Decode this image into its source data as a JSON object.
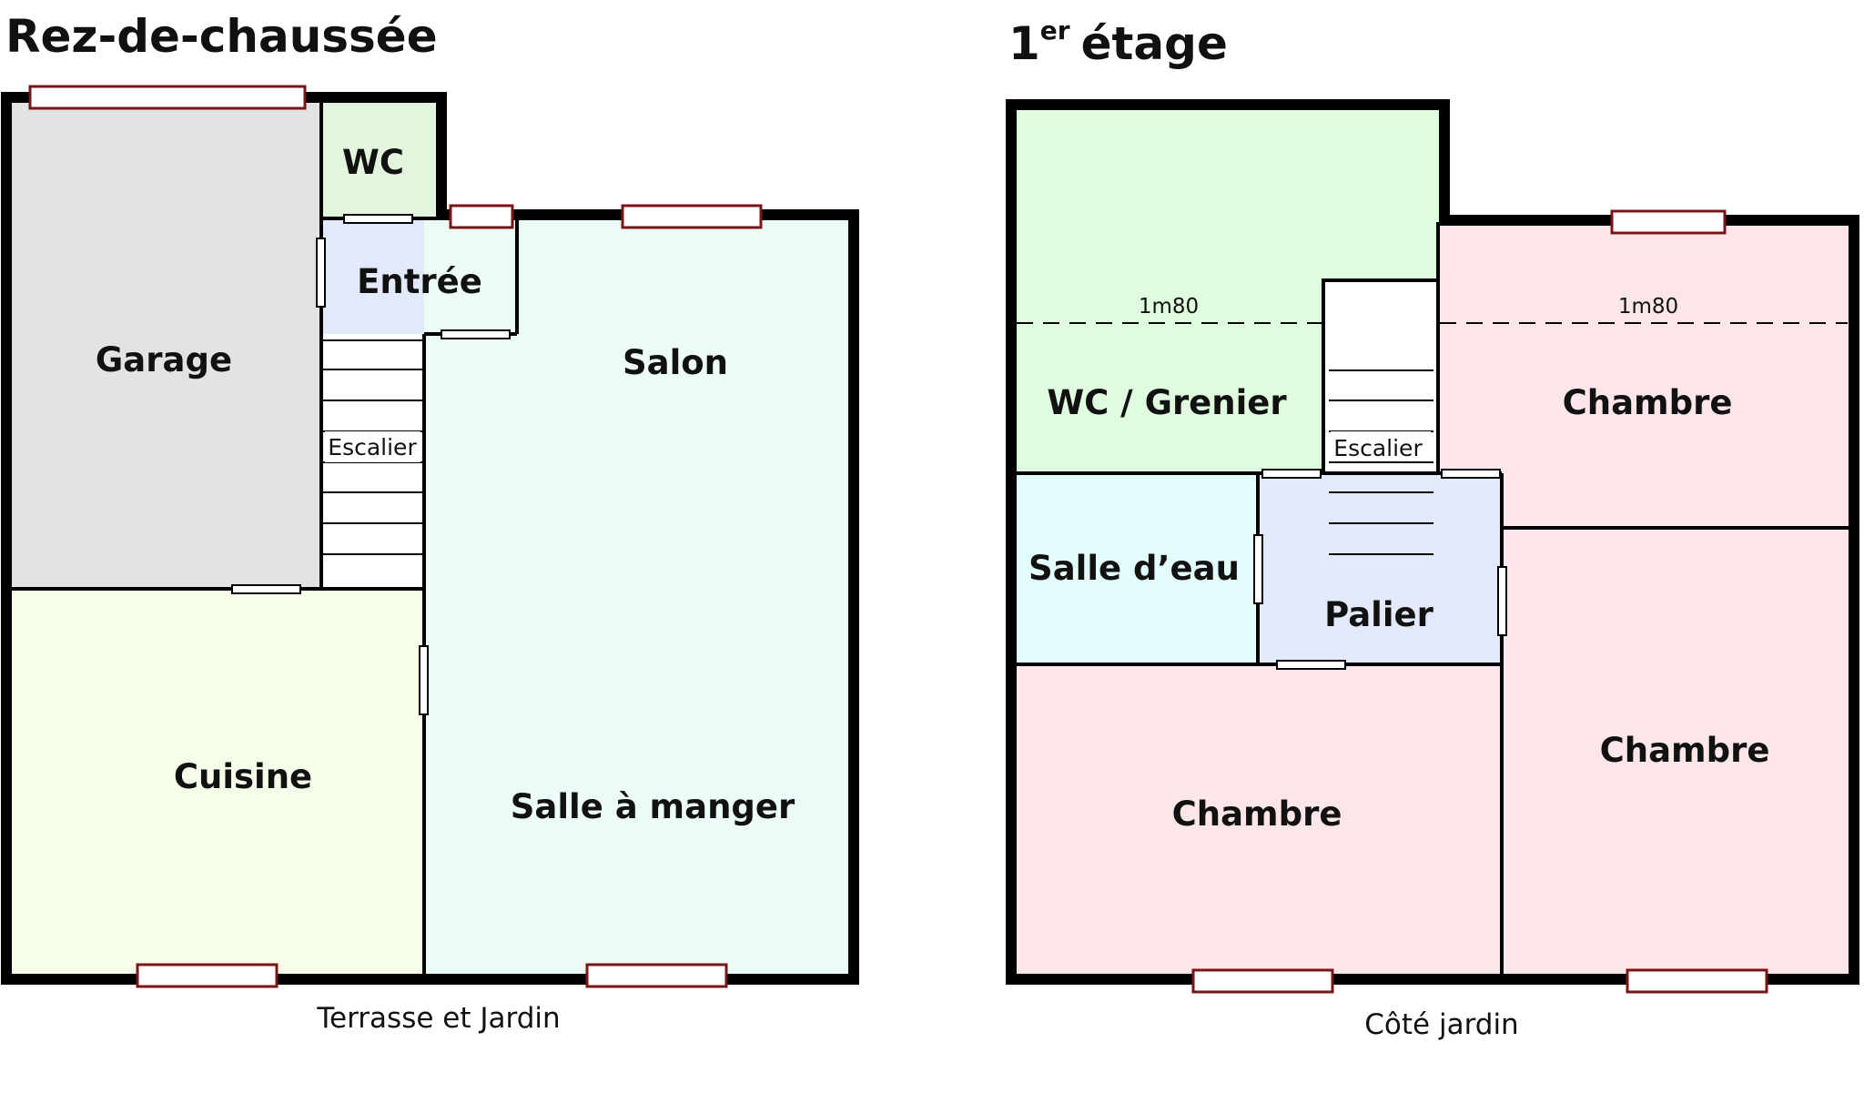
{
  "ground_floor": {
    "title": "Rez-de-chaussée",
    "rooms": {
      "garage": "Garage",
      "wc": "WC",
      "entree": "Entrée",
      "escalier": "Escalier",
      "salon": "Salon",
      "salle_a_manger": "Salle à manger",
      "cuisine": "Cuisine"
    },
    "caption": "Terrasse et Jardin"
  },
  "first_floor": {
    "title_main": "1",
    "title_sup": "er",
    "title_rest": "étage",
    "rooms": {
      "wc_grenier": "WC / Grenier",
      "escalier": "Escalier",
      "chambre_top_right": "Chambre",
      "salle_eau": "Salle d’eau",
      "palier": "Palier",
      "chambre_bottom_left": "Chambre",
      "chambre_right": "Chambre"
    },
    "height_marks": [
      "1m80",
      "1m80"
    ],
    "caption": "Côté jardin"
  },
  "colors": {
    "wall": "#000000",
    "window": "#7a1515",
    "garage": "#e3e3e3",
    "wc": "#e1f6dd",
    "entree": "#e1e9fb",
    "salon": "#ecfdf5",
    "cuisine": "#f6feea",
    "wc_grenier": "#dffcdf",
    "chambre": "#fde6ea",
    "salle_eau": "#e2fdfb",
    "palier": "#e1e9fb"
  }
}
